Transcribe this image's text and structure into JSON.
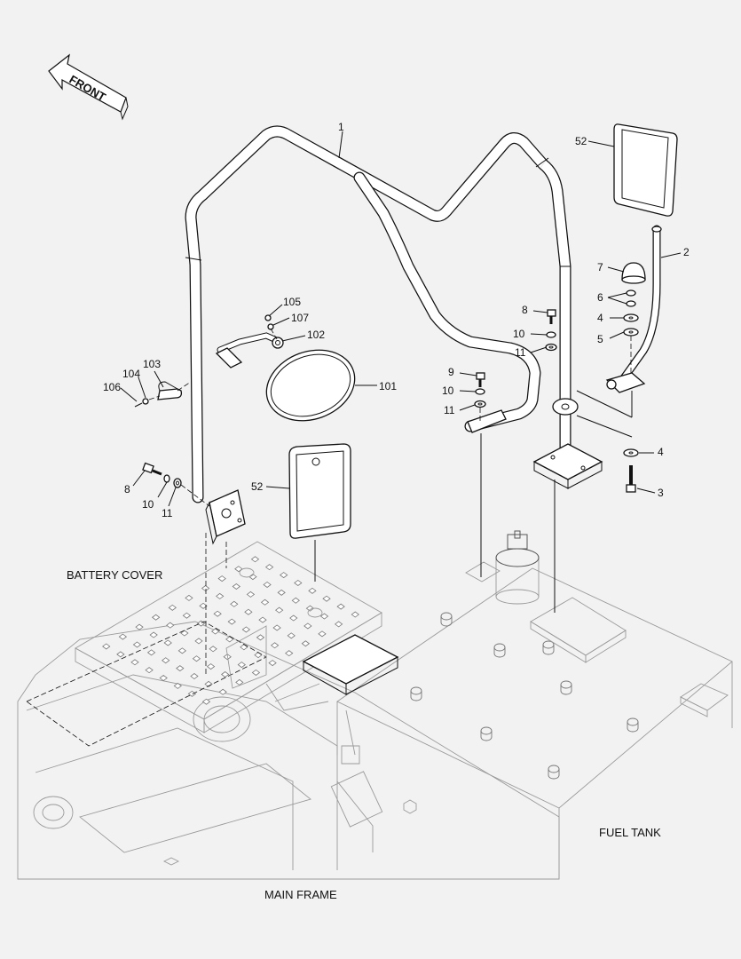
{
  "diagram": {
    "direction_label": "FRONT",
    "assembly_labels": {
      "battery_cover": "BATTERY COVER",
      "fuel_tank": "FUEL TANK",
      "main_frame": "MAIN FRAME"
    },
    "callouts": {
      "c1": "1",
      "c2": "2",
      "c3": "3",
      "c4a": "4",
      "c4b": "4",
      "c5": "5",
      "c6": "6",
      "c7": "7",
      "c8a": "8",
      "c8b": "8",
      "c9": "9",
      "c10a": "10",
      "c10b": "10",
      "c10c": "10",
      "c11a": "11",
      "c11b": "11",
      "c11c": "11",
      "c52a": "52",
      "c52b": "52",
      "c101": "101",
      "c102": "102",
      "c103": "103",
      "c104": "104",
      "c105": "105",
      "c106": "106",
      "c107": "107"
    }
  }
}
